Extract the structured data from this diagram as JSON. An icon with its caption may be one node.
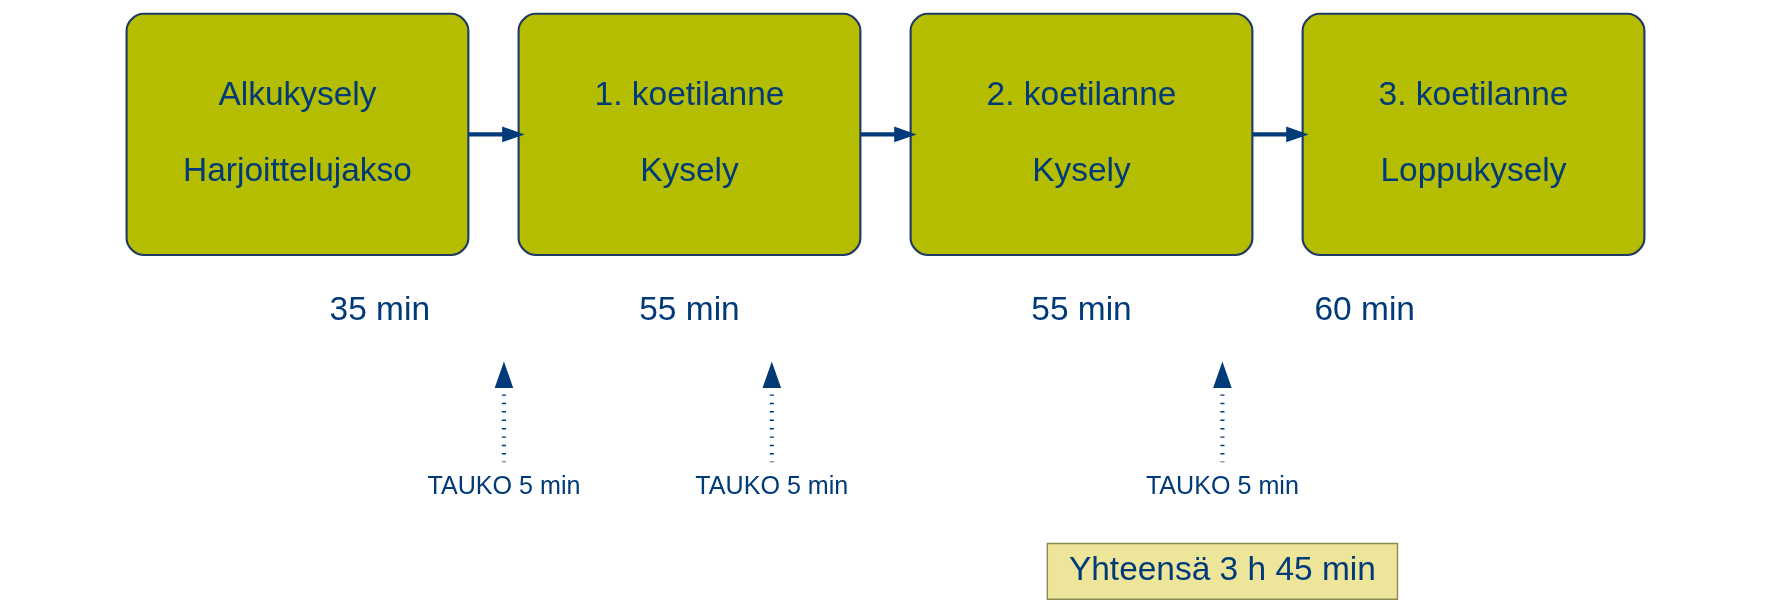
{
  "diagram": {
    "nodes": [
      {
        "text": [
          "Alkukysely",
          "Harjoittelujakso"
        ],
        "beside": [
          "35 min"
        ]
      },
      {
        "text": [
          "1. koetilanne",
          "Kysely"
        ],
        "beside": [
          "55 min"
        ]
      },
      {
        "text": [
          "2. koetilanne",
          "Kysely"
        ],
        "beside": [
          "55 min"
        ]
      },
      {
        "text": [
          "3. koetilanne",
          "Loppukysely"
        ],
        "beside": [
          "60 min"
        ]
      },
      {
        "text": [
          "TAUKO 5 min"
        ]
      },
      {
        "text": [
          "TAUKO 5 min"
        ]
      },
      {
        "text": [
          "TAUKO 5 min"
        ]
      },
      {
        "text": [
          "Yhteensä 3 h 45 min"
        ]
      }
    ],
    "edges": [
      {
        "from": 0,
        "to": 1,
        "arrow": "to"
      },
      {
        "from": 1,
        "to": 2,
        "arrow": "to"
      },
      {
        "from": 2,
        "to": 3,
        "arrow": "to"
      },
      {
        "from": 4,
        "to": null,
        "arrow": "to",
        "style": "dashed"
      },
      {
        "from": 5,
        "to": null,
        "arrow": "to",
        "style": "dashed"
      },
      {
        "from": 6,
        "to": null,
        "arrow": "to",
        "style": "dashed"
      }
    ]
  }
}
